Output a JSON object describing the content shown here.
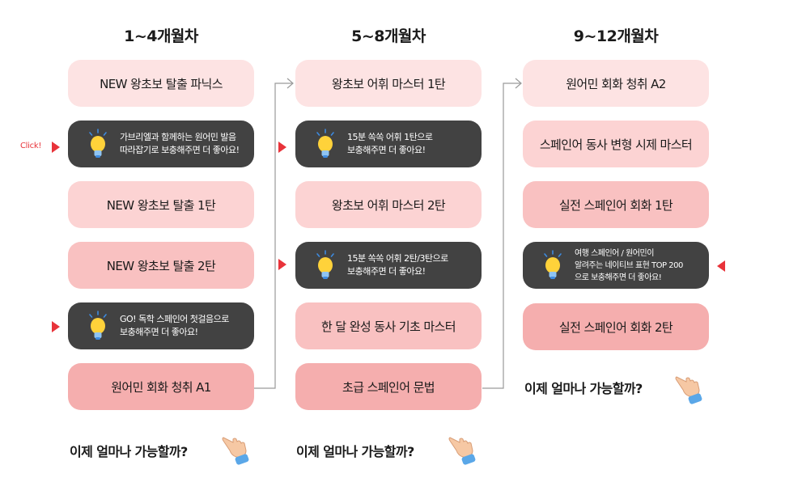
{
  "columns": [
    {
      "title": "1~4개월차",
      "cards": {
        "c1": "NEW 왕초보 탈출 파닉스",
        "t1": [
          "가브리엘과 함께하는 원어민 발음",
          "따라잡기로 보충해주면 더 좋아요!"
        ],
        "c2": "NEW 왕초보 탈출 1탄",
        "c3": "NEW 왕초보 탈출 2탄",
        "t2": [
          "GO! 독학 스페인어 첫걸음으로",
          "보충해주면 더 좋아요!"
        ],
        "c4": "원어민 회화 청취 A1"
      },
      "question": "이제 얼마나 가능할까?"
    },
    {
      "title": "5~8개월차",
      "cards": {
        "c1": "왕초보 어휘 마스터 1탄",
        "t1": [
          "15분 쏙쏙 어휘 1탄으로",
          "보충해주면 더 좋아요!"
        ],
        "c2": "왕초보 어휘 마스터 2탄",
        "t2": [
          "15분 쏙쏙 어휘 2탄/3탄으로",
          "보충해주면 더 좋아요!"
        ],
        "c3": "한 달 완성 동사 기초 마스터",
        "c4": "초급 스페인어 문법"
      },
      "question": "이제 얼마나 가능할까?"
    },
    {
      "title": "9~12개월차",
      "cards": {
        "c1": "원어민 회화 청취 A2",
        "c2": "스페인어 동사 변형 시제 마스터",
        "c3": "실전 스페인어 회화 1탄",
        "t1": [
          "여행 스페인어 / 원어민이",
          "알려주는 네이티브 표현 TOP 200",
          "으로 보충해주면 더 좋아요!"
        ],
        "c4": "실전 스페인어 회화 2탄"
      },
      "question": "이제 얼마나 가능할까?"
    }
  ],
  "click_label": "Click!",
  "colors": {
    "accent_red": "#e8333a",
    "tip_bg": "#424242",
    "connector": "#9a9a9a"
  },
  "icons": [
    "lightbulb-icon",
    "pointing-hand-icon",
    "red-triangle-marker"
  ]
}
